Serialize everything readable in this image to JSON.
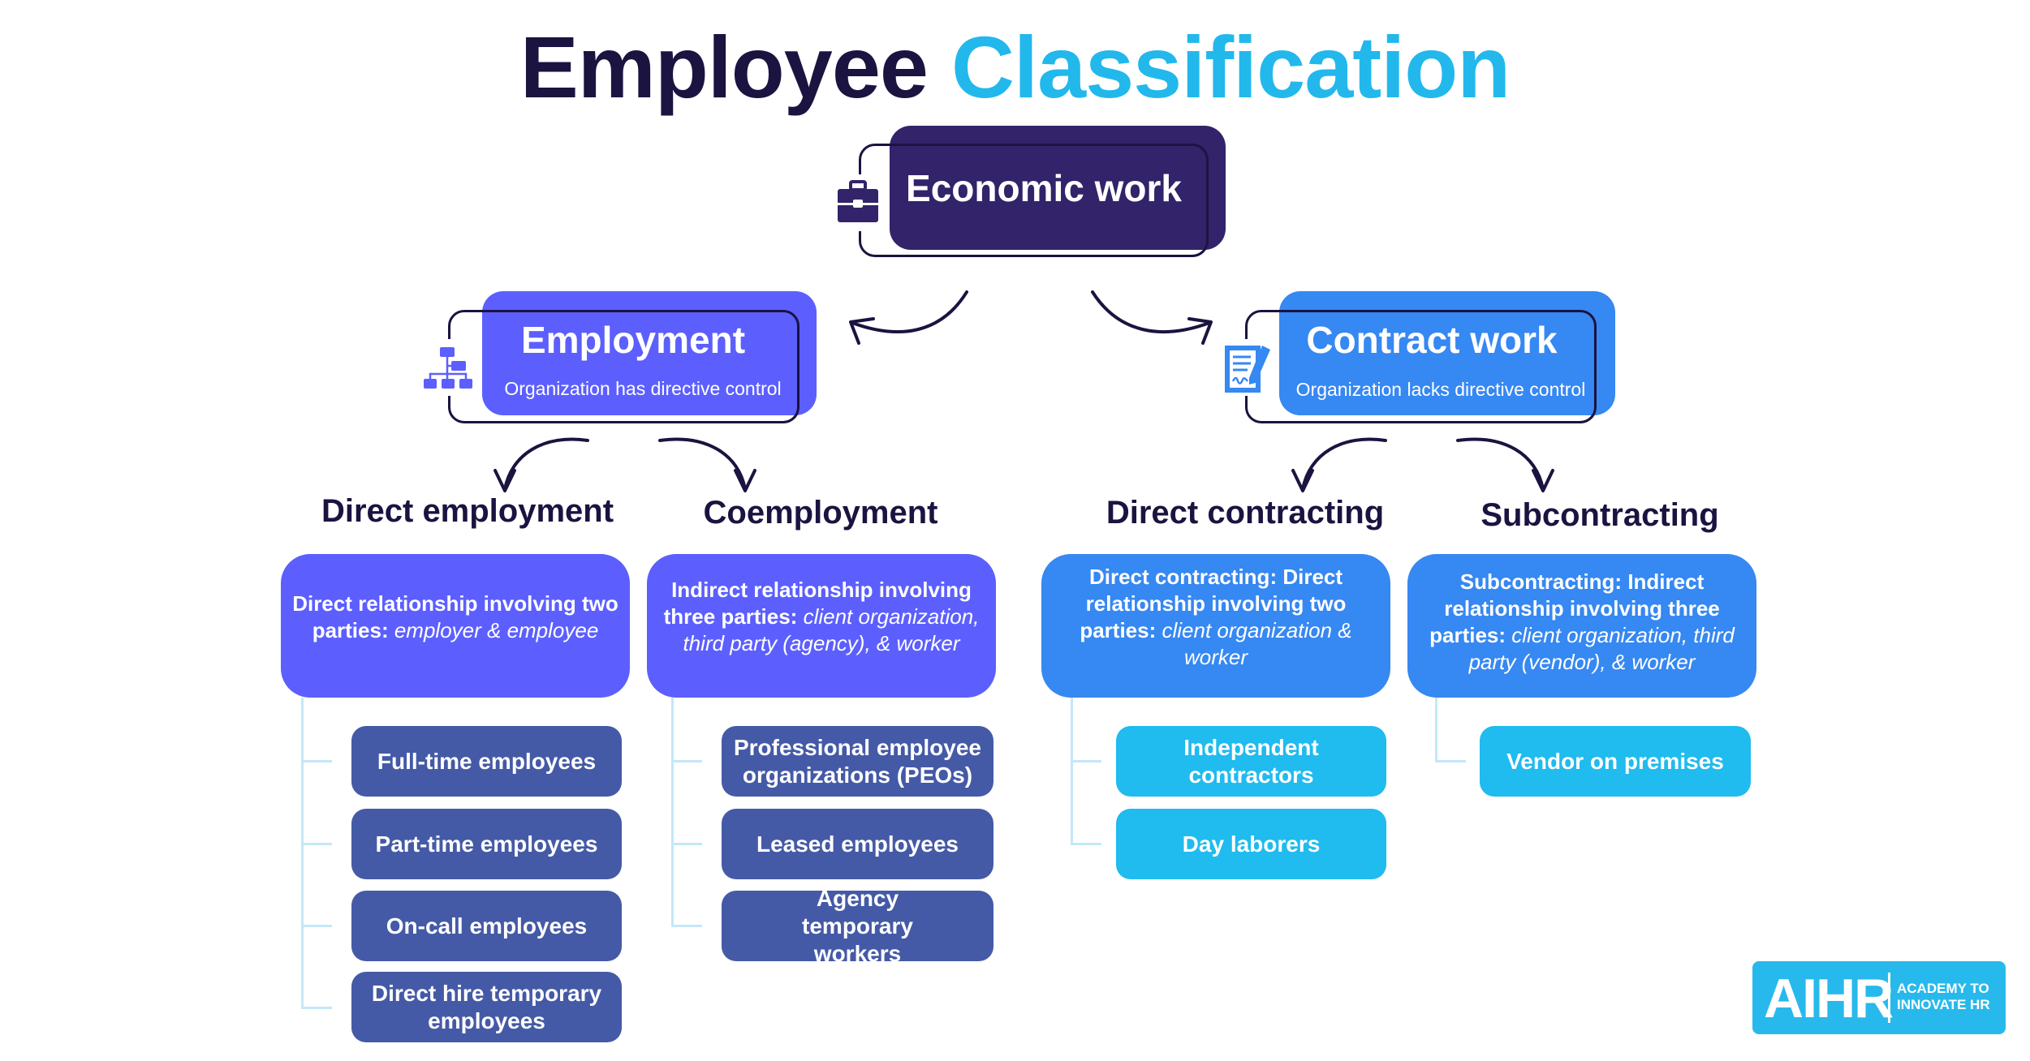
{
  "title": {
    "part1": "Employee",
    "part2": "Classification"
  },
  "colors": {
    "navy": "#1b1340",
    "economic": "#32236a",
    "employment": "#5c5ffe",
    "contract": "#3688f2",
    "item_employment": "#455aa6",
    "item_contract": "#20bbef",
    "accent": "#22b8ec"
  },
  "root": {
    "label": "Economic work",
    "icon": "briefcase-icon"
  },
  "branches": [
    {
      "label": "Employment",
      "sub": "Organization has directive control",
      "icon": "org-chart-icon"
    },
    {
      "label": "Contract work",
      "sub": "Organization lacks directive control",
      "icon": "contract-signature-icon"
    }
  ],
  "categories": [
    {
      "heading": "Direct employment",
      "desc_bold": "Direct relationship involving two parties:",
      "desc_italic": "employer & employee",
      "items": [
        "Full-time employees",
        "Part-time employees",
        "On-call employees",
        "Direct hire temporary employees"
      ]
    },
    {
      "heading": "Coemployment",
      "desc_bold": "Indirect relationship involving three parties:",
      "desc_italic": "client organization, third party (agency), & worker",
      "items": [
        "Professional employee organizations (PEOs)",
        "Leased employees",
        "Agency temporary workers"
      ]
    },
    {
      "heading": "Direct contracting",
      "desc_bold": "Direct contracting: Direct relationship involving two parties:",
      "desc_italic": "client organization & worker",
      "items": [
        "Independent contractors",
        "Day laborers"
      ]
    },
    {
      "heading": "Subcontracting",
      "desc_bold": "Subcontracting: Indirect relationship involving three parties:",
      "desc_italic": "client organization, third party (vendor), & worker",
      "items": [
        "Vendor on premises"
      ]
    }
  ],
  "logo": {
    "mark": "AIHR",
    "line1": "ACADEMY TO",
    "line2": "INNOVATE HR"
  }
}
